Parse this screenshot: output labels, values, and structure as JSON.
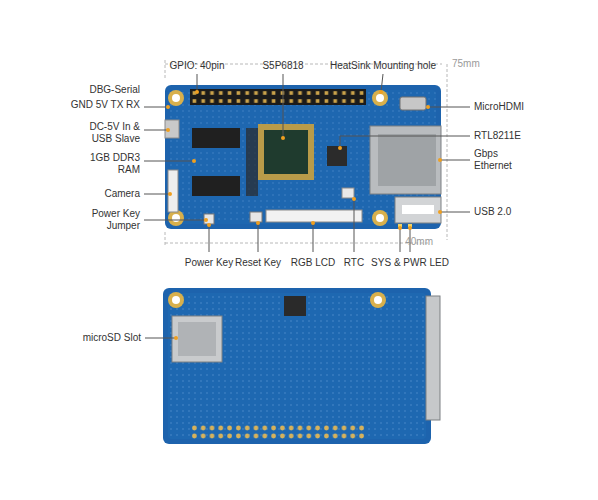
{
  "diagram": {
    "labels": [
      "GPIO: 40pin",
      "S5P6818",
      "HeatSink Mounting hole",
      "75mm",
      "DBG-Serial",
      "GND 5V TX RX",
      "DC-5V In & USB Slave",
      "1GB DDR3 RAM",
      "Camera",
      "Power Key Jumper",
      "MicroHDMI",
      "RTL8211E",
      "Gbps Ethernet",
      "USB 2.0",
      "40mm",
      "Power Key",
      "Reset Key",
      "RGB LCD",
      "RTC",
      "SYS & PWR LED",
      "microSD Slot"
    ]
  }
}
